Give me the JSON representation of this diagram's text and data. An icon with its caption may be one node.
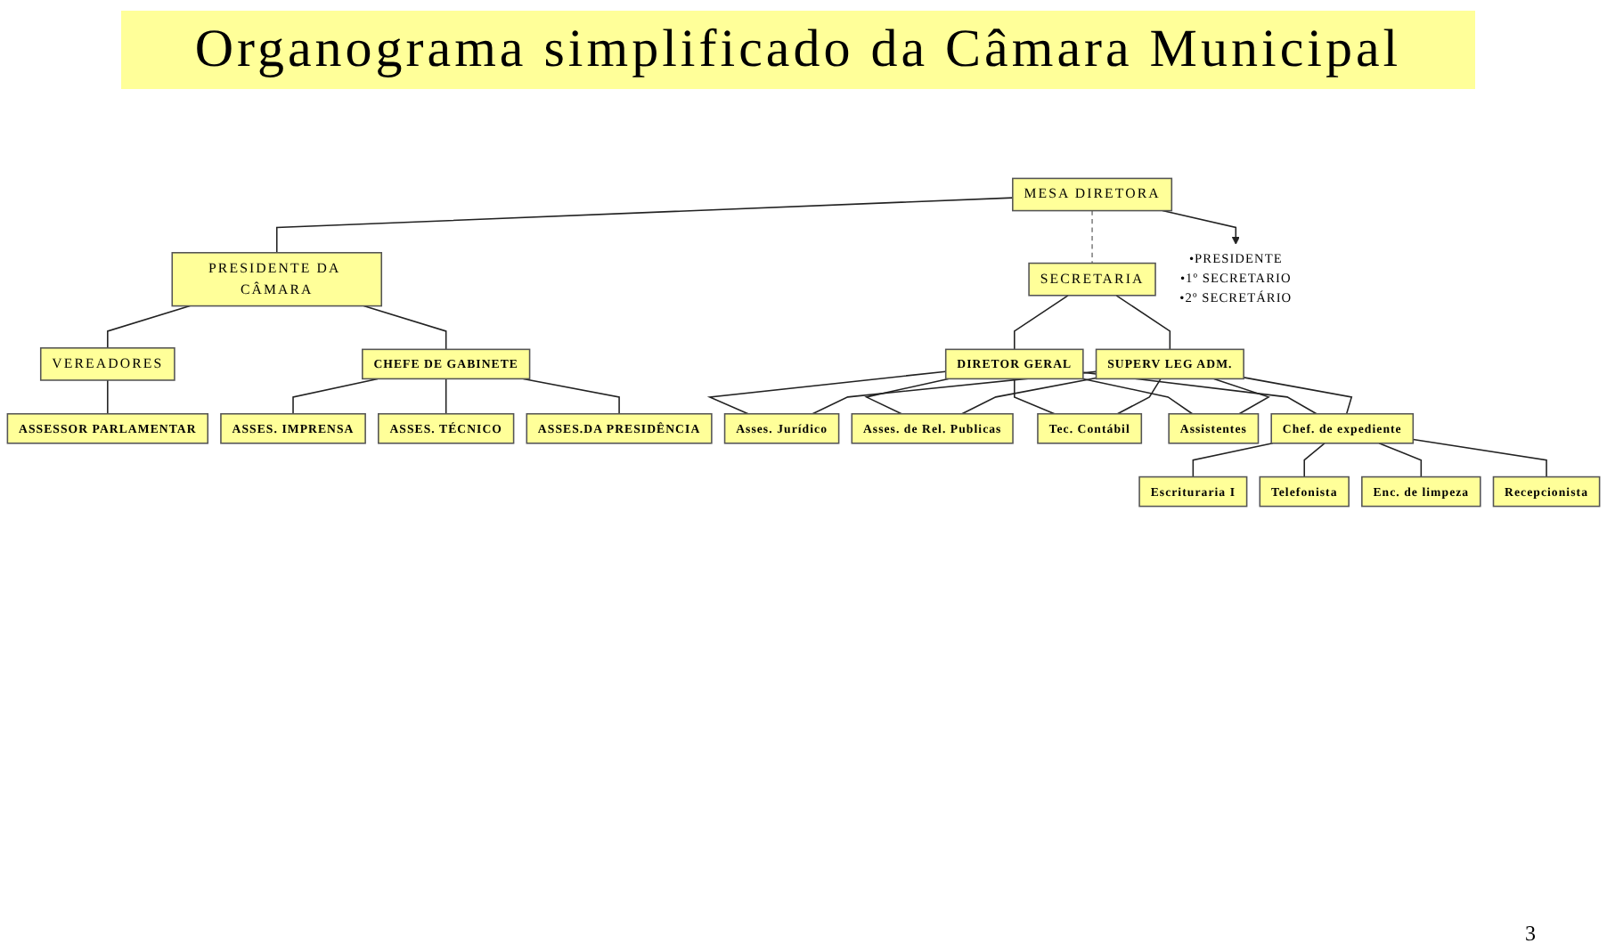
{
  "diagram": {
    "title": "Organograma simplificado da Câmara Municipal",
    "nodes": [
      {
        "text": [
          "MESA DIRETORA"
        ]
      },
      {
        "text": [
          "PRESIDENTE DA CÂMARA"
        ]
      },
      {
        "text": [
          "SECRETARIA"
        ]
      },
      {
        "text": [
          "CHEFE DE GABINETE"
        ]
      },
      {
        "text": [
          "VEREADORES"
        ]
      },
      {
        "text": [
          "ASSESSOR PARLAMENTAR"
        ]
      },
      {
        "text": [
          "ASSES. IMPRENSA"
        ]
      },
      {
        "text": [
          "ASSES. TÉCNICO"
        ]
      },
      {
        "text": [
          "ASSES.DA PRESIDÊNCIA"
        ]
      },
      {
        "text": [
          "DIRETOR GERAL"
        ]
      },
      {
        "text": [
          "SUPERV LEG ADM."
        ]
      },
      {
        "text": [
          "Asses. Jurídico"
        ]
      },
      {
        "text": [
          "Asses. de Rel. Publicas"
        ]
      },
      {
        "text": [
          "Tec. Contábil"
        ]
      },
      {
        "text": [
          "Assistentes"
        ]
      },
      {
        "text": [
          "Chef. de expediente"
        ]
      },
      {
        "text": [
          "Escrituraria I"
        ]
      },
      {
        "text": [
          "Telefonista"
        ]
      },
      {
        "text": [
          "Enc. de limpeza"
        ]
      },
      {
        "text": [
          "Recepcionista"
        ]
      },
      {
        "text": [
          "•PRESIDENTE",
          "•1º SECRETARIO",
          "•2º SECRETÁRIO"
        ]
      }
    ],
    "edges": [
      {
        "from": 0,
        "to": 20,
        "arrow": "to"
      },
      {
        "from": 0,
        "to": 1,
        "arrow": "none"
      },
      {
        "from": 0,
        "to": 2,
        "arrow": "none",
        "style": "dashed",
        "color": "#808080"
      },
      {
        "from": 1,
        "to": 4,
        "arrow": "none"
      },
      {
        "from": 1,
        "to": 3,
        "arrow": "none"
      },
      {
        "from": 4,
        "to": 5,
        "arrow": "none"
      },
      {
        "from": 3,
        "to": 6,
        "arrow": "none"
      },
      {
        "from": 3,
        "to": 7,
        "arrow": "none"
      },
      {
        "from": 3,
        "to": 8,
        "arrow": "none"
      },
      {
        "from": 2,
        "to": 9,
        "arrow": "none"
      },
      {
        "from": 2,
        "to": 10,
        "arrow": "none"
      },
      {
        "from": 9,
        "to": 11,
        "arrow": "none"
      },
      {
        "from": 9,
        "to": 12,
        "arrow": "none"
      },
      {
        "from": 9,
        "to": 13,
        "arrow": "none"
      },
      {
        "from": 9,
        "to": 14,
        "arrow": "none"
      },
      {
        "from": 9,
        "to": 15,
        "arrow": "none"
      },
      {
        "from": 10,
        "to": 11,
        "arrow": "none"
      },
      {
        "from": 10,
        "to": 12,
        "arrow": "none"
      },
      {
        "from": 10,
        "to": 13,
        "arrow": "none"
      },
      {
        "from": 10,
        "to": 14,
        "arrow": "none"
      },
      {
        "from": 10,
        "to": 15,
        "arrow": "none"
      },
      {
        "from": 15,
        "to": 16,
        "arrow": "none"
      },
      {
        "from": 15,
        "to": 17,
        "arrow": "none"
      },
      {
        "from": 15,
        "to": 18,
        "arrow": "none"
      },
      {
        "from": 15,
        "to": 19,
        "arrow": "none"
      }
    ],
    "labels": [
      "3"
    ]
  }
}
